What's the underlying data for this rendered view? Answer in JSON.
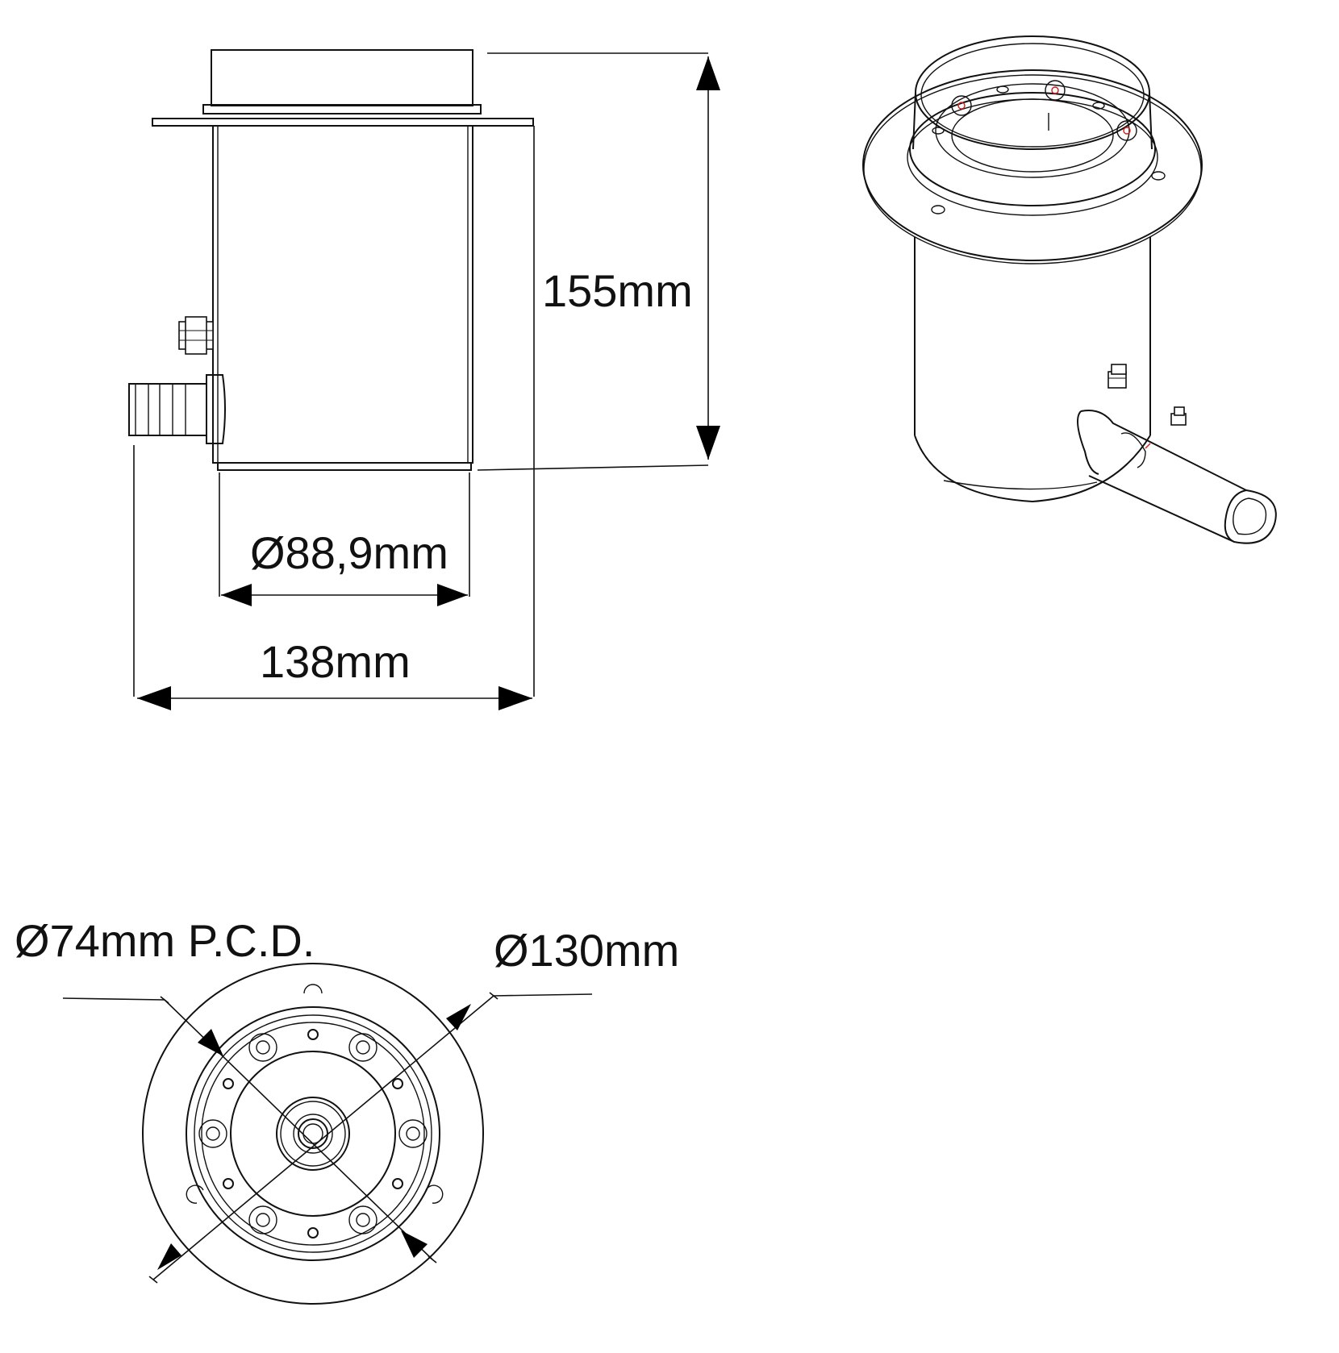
{
  "dimensions": {
    "height": "155mm",
    "pipe_diameter": "Ø88,9mm",
    "overall_width": "138mm",
    "pcd": "Ø74mm P.C.D.",
    "flange_diameter": "Ø130mm"
  },
  "colors": {
    "line": "#111111",
    "accent": "#d11a1a",
    "background": "#ffffff"
  }
}
